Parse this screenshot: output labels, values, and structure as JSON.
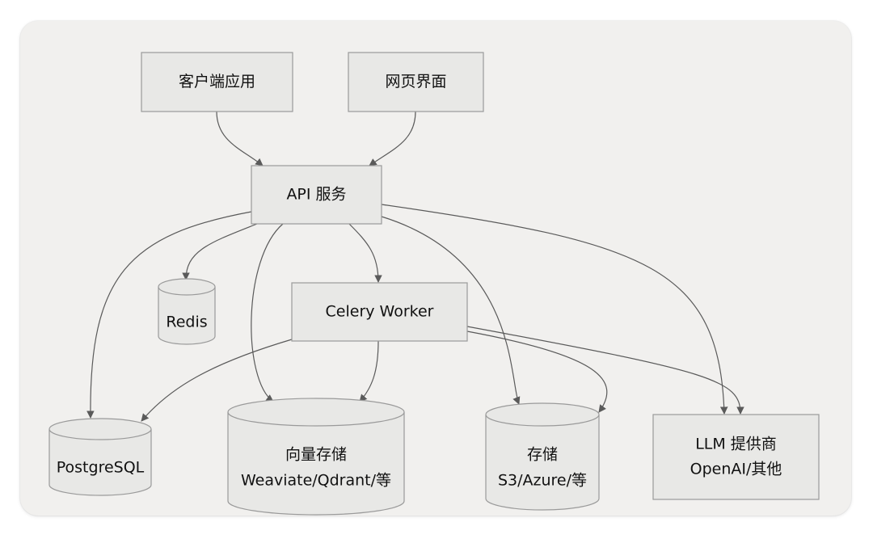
{
  "nodes": {
    "client_app": {
      "label": "客户端应用"
    },
    "web_ui": {
      "label": "网页界面"
    },
    "api_service": {
      "label": "API 服务"
    },
    "redis": {
      "label": "Redis"
    },
    "celery_worker": {
      "label": "Celery Worker"
    },
    "postgresql": {
      "label": "PostgreSQL"
    },
    "vector_store": {
      "line1": "向量存储",
      "line2": "Weaviate/Qdrant/等"
    },
    "storage": {
      "line1": "存储",
      "line2": "S3/Azure/等"
    },
    "llm_provider": {
      "line1": "LLM 提供商",
      "line2": "OpenAI/其他"
    }
  },
  "edges": [
    {
      "from": "client_app",
      "to": "api_service"
    },
    {
      "from": "web_ui",
      "to": "api_service"
    },
    {
      "from": "api_service",
      "to": "postgresql"
    },
    {
      "from": "api_service",
      "to": "redis"
    },
    {
      "from": "api_service",
      "to": "vector_store"
    },
    {
      "from": "api_service",
      "to": "celery_worker"
    },
    {
      "from": "api_service",
      "to": "storage"
    },
    {
      "from": "api_service",
      "to": "llm_provider"
    },
    {
      "from": "celery_worker",
      "to": "postgresql"
    },
    {
      "from": "celery_worker",
      "to": "vector_store"
    },
    {
      "from": "celery_worker",
      "to": "storage"
    },
    {
      "from": "celery_worker",
      "to": "llm_provider"
    }
  ],
  "colors": {
    "panel_bg": "#f1f0ee",
    "node_fill": "#e8e8e6",
    "node_stroke": "#9a9a9a",
    "edge": "#5a5a5a",
    "text": "#111111"
  }
}
